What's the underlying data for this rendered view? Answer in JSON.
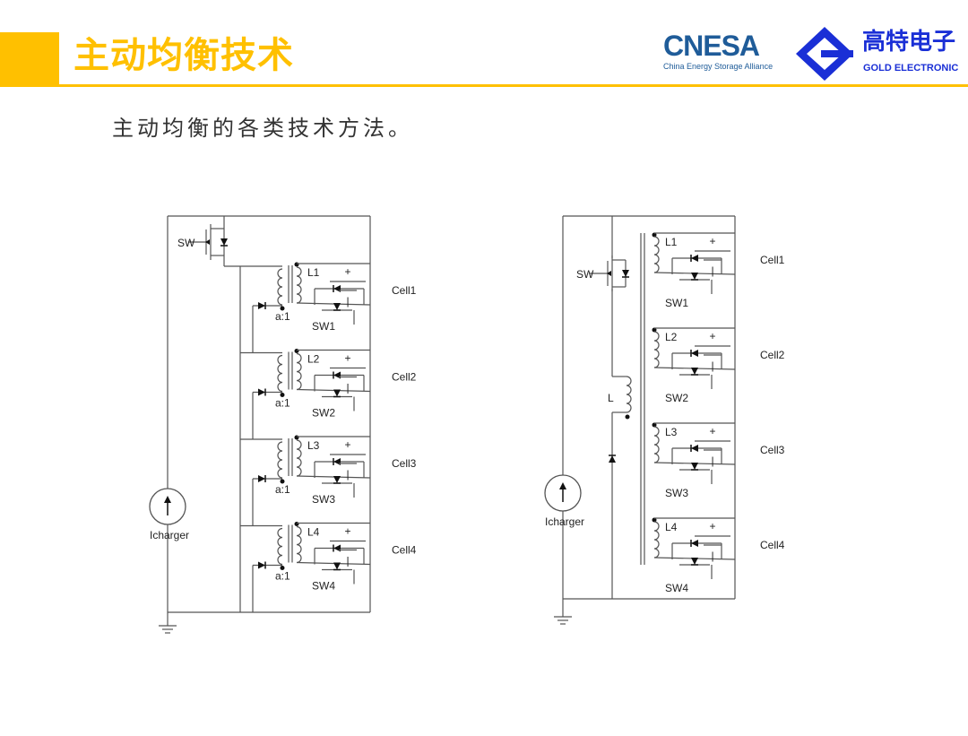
{
  "header": {
    "title": "主动均衡技术"
  },
  "logos": {
    "cnesa": "CNESA",
    "cnesa_sub": "China Energy Storage Alliance",
    "gold_cn": "高特电子",
    "gold_en": "GOLD ELECTRONIC"
  },
  "subtitle": "主动均衡的各类技术方法。",
  "colors": {
    "accent": "#FFC000",
    "line": "#555555"
  },
  "diagram_left": {
    "switch": "SW",
    "source": "Icharger",
    "ratio": "a:1",
    "stages": [
      {
        "inductor": "L1",
        "cell": "Cell1",
        "switch": "SW1"
      },
      {
        "inductor": "L2",
        "cell": "Cell2",
        "switch": "SW2"
      },
      {
        "inductor": "L3",
        "cell": "Cell3",
        "switch": "SW3"
      },
      {
        "inductor": "L4",
        "cell": "Cell4",
        "switch": "SW4"
      }
    ],
    "plus": "+",
    "minus": "|"
  },
  "diagram_right": {
    "switch": "SW",
    "source": "Icharger",
    "inductor": "L",
    "stages": [
      {
        "inductor": "L1",
        "cell": "Cell1",
        "switch": "SW1"
      },
      {
        "inductor": "L2",
        "cell": "Cell2",
        "switch": "SW2"
      },
      {
        "inductor": "L3",
        "cell": "Cell3",
        "switch": "SW3"
      },
      {
        "inductor": "L4",
        "cell": "Cell4",
        "switch": "SW4"
      }
    ],
    "plus": "+",
    "minus": "|"
  }
}
